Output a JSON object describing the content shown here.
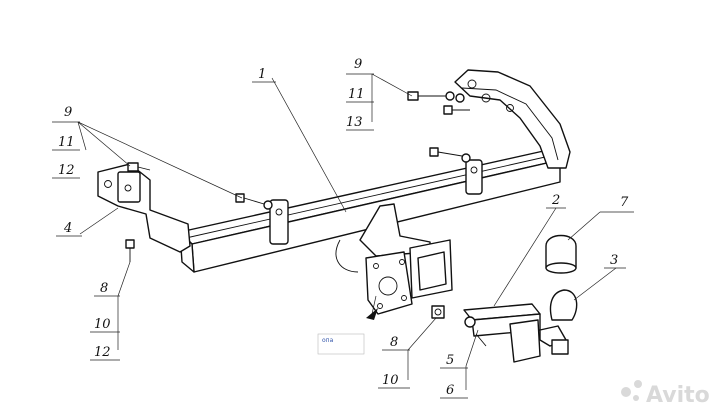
{
  "diagram": {
    "callouts": {
      "c1": "1",
      "c2": "2",
      "c3": "3",
      "c4": "4",
      "c5": "5",
      "c6": "6",
      "c7": "7",
      "c8a": "8",
      "c8b": "8",
      "c9a": "9",
      "c9b": "9",
      "c10a": "10",
      "c10b": "10",
      "c11a": "11",
      "c11b": "11",
      "c12a": "12",
      "c12b": "12",
      "c13": "13"
    },
    "small_tag": "опа",
    "watermark": "Avito"
  }
}
